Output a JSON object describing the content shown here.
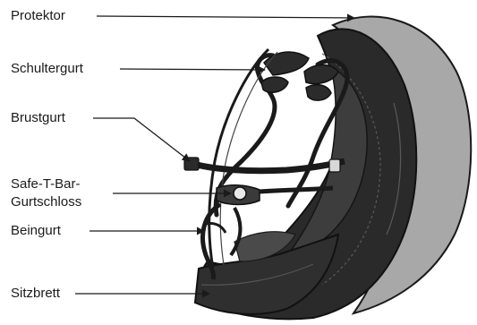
{
  "labels": {
    "protektor": "Protektor",
    "schultergurt": "Schultergurt",
    "brustgurt": "Brustgurt",
    "safe_t_bar_line1": "Safe-T-Bar-",
    "safe_t_bar_line2": "Gurtschloss",
    "beingurt": "Beingurt",
    "sitzbrett": "Sitzbrett"
  },
  "colors": {
    "harness_dark": "#2a2a2a",
    "harness_mid": "#3d3d3d",
    "protector_grey": "#a8a8a8",
    "label_text": "#1a1a1a"
  }
}
